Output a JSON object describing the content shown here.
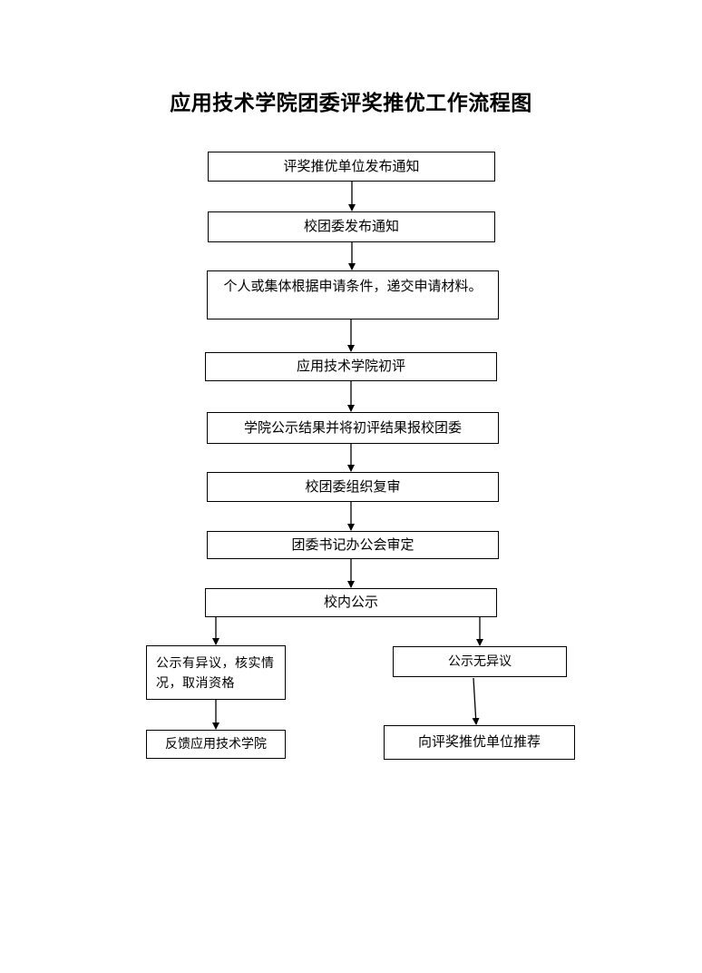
{
  "title": "应用技术学院团委评奖推优工作流程图",
  "steps": {
    "s1": "评奖推优单位发布通知",
    "s2": "校团委发布通知",
    "s3": "个人或集体根据申请条件，递交申请材料。",
    "s4": "应用技术学院初评",
    "s5": "学院公示结果并将初评结果报校团委",
    "s6": "校团委组织复审",
    "s7": "团委书记办公会审定",
    "s8": "校内公示"
  },
  "branches": {
    "objection": "公示有异议，核实情况，取消资格",
    "objection_result": "反馈应用技术学院",
    "no_objection": "公示无异议",
    "no_objection_result": "向评奖推优单位推荐"
  }
}
